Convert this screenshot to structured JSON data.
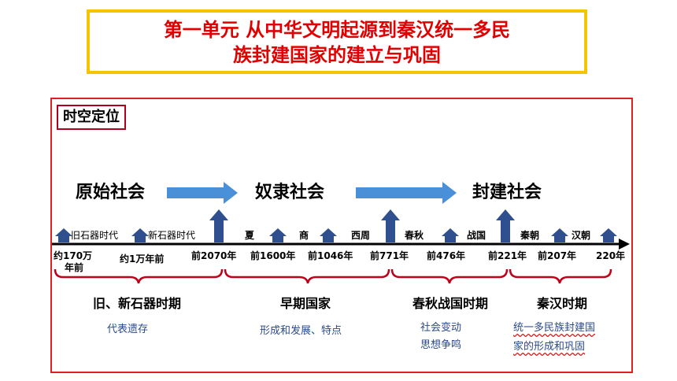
{
  "title": {
    "line1": "第一单元  从中华文明起源到秦汉统一多民",
    "line2": "族封建国家的建立与巩固"
  },
  "badge": "时空定位",
  "societies": [
    "原始社会",
    "奴隶社会",
    "封建社会"
  ],
  "events": [
    "旧石器时代",
    "新石器时代",
    "夏",
    "商",
    "西周",
    "春秋",
    "战国",
    "秦朝",
    "汉朝"
  ],
  "dates": {
    "d1_line1": "约170万",
    "d1_line2": "年前",
    "d2": "约1万年前",
    "d3": "前2070年",
    "d4": "前1600年",
    "d5": "前1046年",
    "d6": "前771年",
    "d7": "前476年",
    "d8": "前221年",
    "d9": "前207年",
    "d10": "220年"
  },
  "periods": [
    "旧、新石器时期",
    "早期国家",
    "春秋战国时期",
    "秦汉时期"
  ],
  "notes": {
    "n1": "代表遗存",
    "n2": "形成和发展、特点",
    "n3_line1": "社会变动",
    "n3_line2": "思想争鸣",
    "n4_line1": "统一多民族封建国",
    "n4_line2": "家的形成和巩固"
  },
  "colors": {
    "title_text": "#e00000",
    "title_border": "#f5c400",
    "panel_border": "#e02020",
    "arrow_fill": "#4a90d9",
    "marker": "#2f4f8f",
    "brace": "#c0001a",
    "note_text": "#2a4a8a"
  }
}
